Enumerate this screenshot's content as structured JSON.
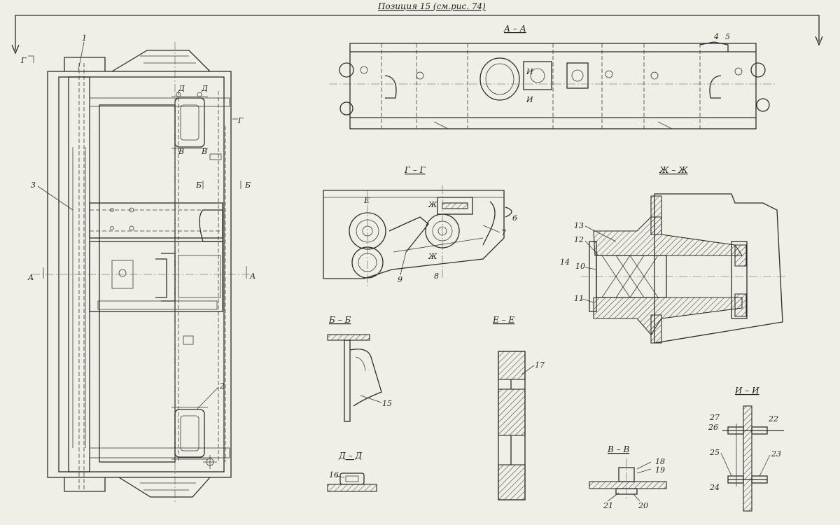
{
  "header": "Позиция 15 (см.рис. 74)",
  "sections": {
    "a_a": "А – А",
    "g_g": "Г – Г",
    "zh_zh": "Ж – Ж",
    "b_b": "Б – Б",
    "e_e": "Е – Е",
    "d_d": "Д – Д",
    "v_v": "В – В",
    "i_i": "И – И"
  },
  "cut_marks": {
    "g_left": "Г",
    "g_right": "Г",
    "a_left": "А",
    "a_right": "А",
    "b_left": "Б",
    "b_right": "Б",
    "d1": "Д",
    "d2": "Д",
    "v1": "В",
    "v2": "В",
    "i1": "И",
    "i2": "И",
    "e1": "Е",
    "zh1": "Ж",
    "zh2": "Ж"
  },
  "callouts": [
    "1",
    "2",
    "3",
    "4",
    "5",
    "6",
    "7",
    "8",
    "9",
    "10",
    "11",
    "12",
    "13",
    "14",
    "15",
    "16",
    "17",
    "18",
    "19",
    "20",
    "21",
    "22",
    "23",
    "24",
    "25",
    "26",
    "27"
  ]
}
